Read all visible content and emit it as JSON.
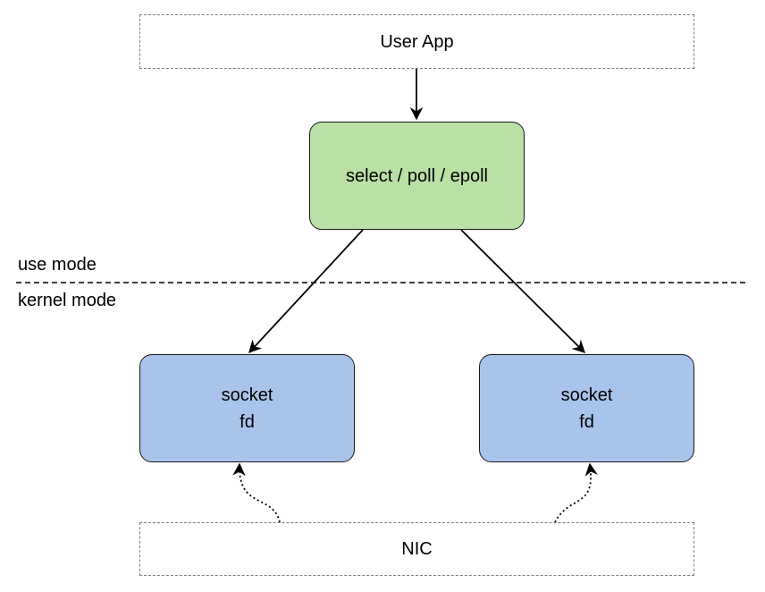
{
  "nodes": {
    "user_app": "User App",
    "mux": "select / poll / epoll",
    "socket_left": {
      "line1": "socket",
      "line2": "fd"
    },
    "socket_right": {
      "line1": "socket",
      "line2": "fd"
    },
    "nic": "NIC"
  },
  "modes": {
    "user": "use mode",
    "kernel": "kernel mode"
  },
  "colors": {
    "mux_fill": "#b9e0a5",
    "socket_fill": "#a9c4eb",
    "outline": "#1a1a1a",
    "dashed_outline": "#7f7f7f"
  }
}
